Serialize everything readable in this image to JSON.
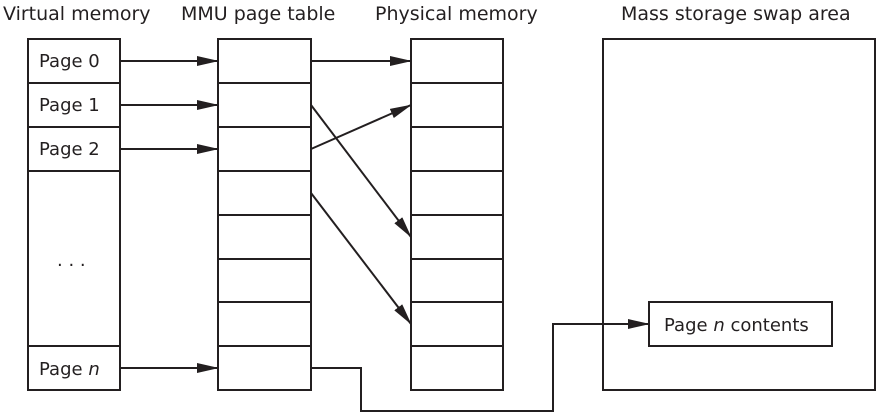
{
  "headings": {
    "virtual_memory": "Virtual memory",
    "page_table": "MMU page table",
    "physical_memory": "Physical memory",
    "swap_area": "Mass storage swap area"
  },
  "virtual_pages": {
    "page0": "Page 0",
    "page1": "Page 1",
    "page2": "Page 2",
    "ellipsis": ". . .",
    "pagen_prefix": "Page ",
    "pagen_var": "n"
  },
  "swap": {
    "contents_prefix": "Page ",
    "contents_var": "n",
    "contents_suffix": " contents"
  },
  "colors": {
    "ink": "#231f20",
    "background": "#ffffff"
  }
}
